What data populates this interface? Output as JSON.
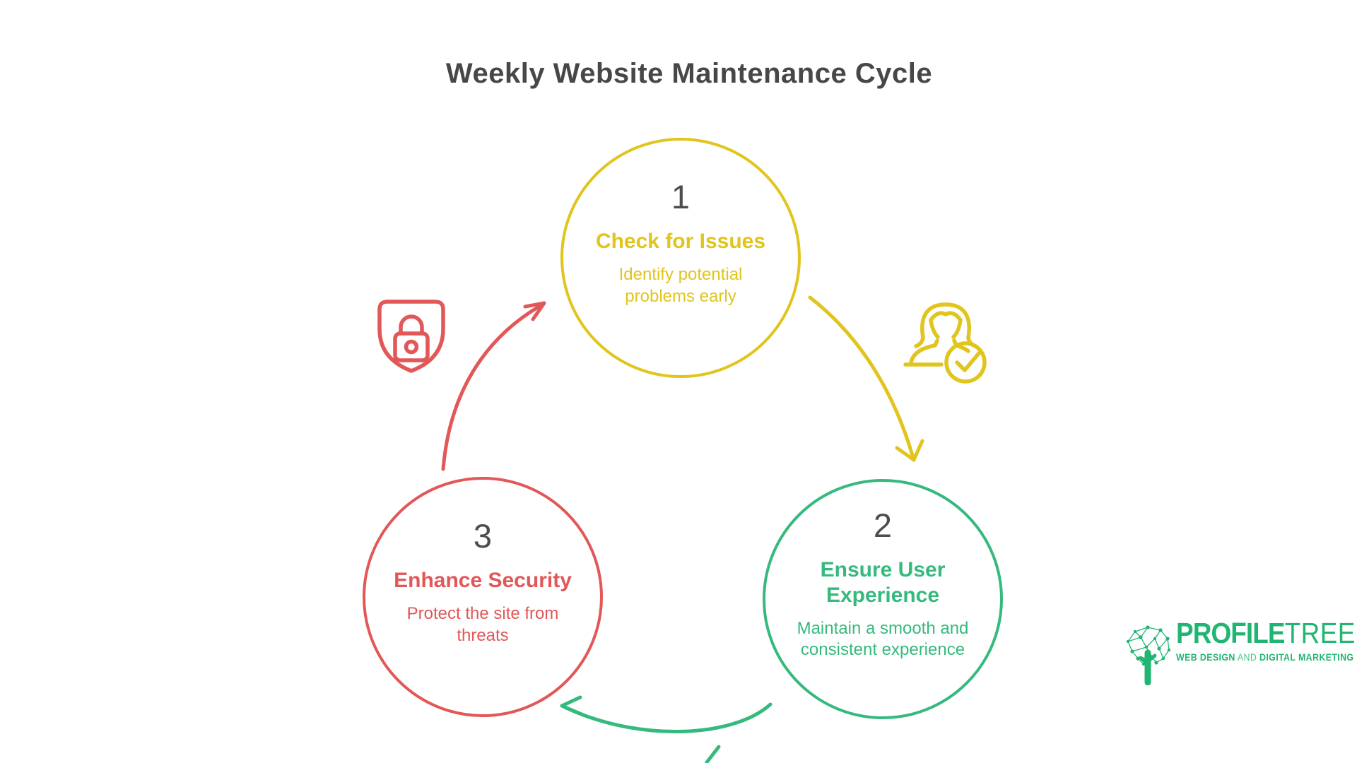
{
  "title": "Weekly Website Maintenance Cycle",
  "colors": {
    "yellow": "#E1C41C",
    "green": "#36B97D",
    "red": "#E25757",
    "number_gray": "#4D4D4D",
    "title_gray": "#474747",
    "logo_green": "#21B573"
  },
  "steps": [
    {
      "number": "1",
      "label": "Check for Issues",
      "description": "Identify potential problems early",
      "color": "#E1C41C"
    },
    {
      "number": "2",
      "label": "Ensure User Experience",
      "description": "Maintain a smooth and consistent experience",
      "color": "#36B97D"
    },
    {
      "number": "3",
      "label": "Enhance Security",
      "description": "Protect the site from threats",
      "color": "#E25757"
    }
  ],
  "logo": {
    "brand_primary": "PROFILE",
    "brand_secondary": "TREE",
    "tagline_part1": "WEB DESIGN",
    "tagline_and": "AND",
    "tagline_part2": "DIGITAL MARKETING"
  }
}
